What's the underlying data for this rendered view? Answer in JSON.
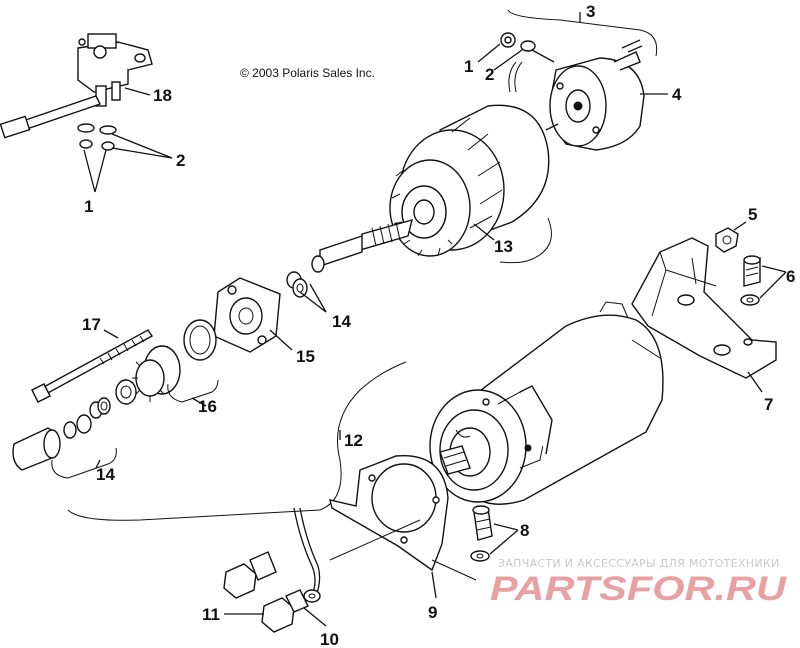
{
  "copyright": "© 2003 Polaris Sales Inc.",
  "watermark": {
    "tagline": "ЗАПЧАСТИ И АКСЕССУАРЫ ДЛЯ МОТОТЕХНИКИ",
    "brand": "PARTSFOR.RU"
  },
  "callouts": {
    "c1a": "1",
    "c2a": "2",
    "c3": "3",
    "c4": "4",
    "c5": "5",
    "c6": "6",
    "c7": "7",
    "c8": "8",
    "c9": "9",
    "c10": "10",
    "c11": "11",
    "c12": "12",
    "c13": "13",
    "c14a": "14",
    "c14b": "14",
    "c15": "15",
    "c16": "16",
    "c17": "17",
    "c18": "18",
    "c1b": "1",
    "c2b": "2"
  },
  "colors": {
    "ink": "#111111",
    "background": "#ffffff",
    "watermark_logo": "#e8a0a0"
  }
}
